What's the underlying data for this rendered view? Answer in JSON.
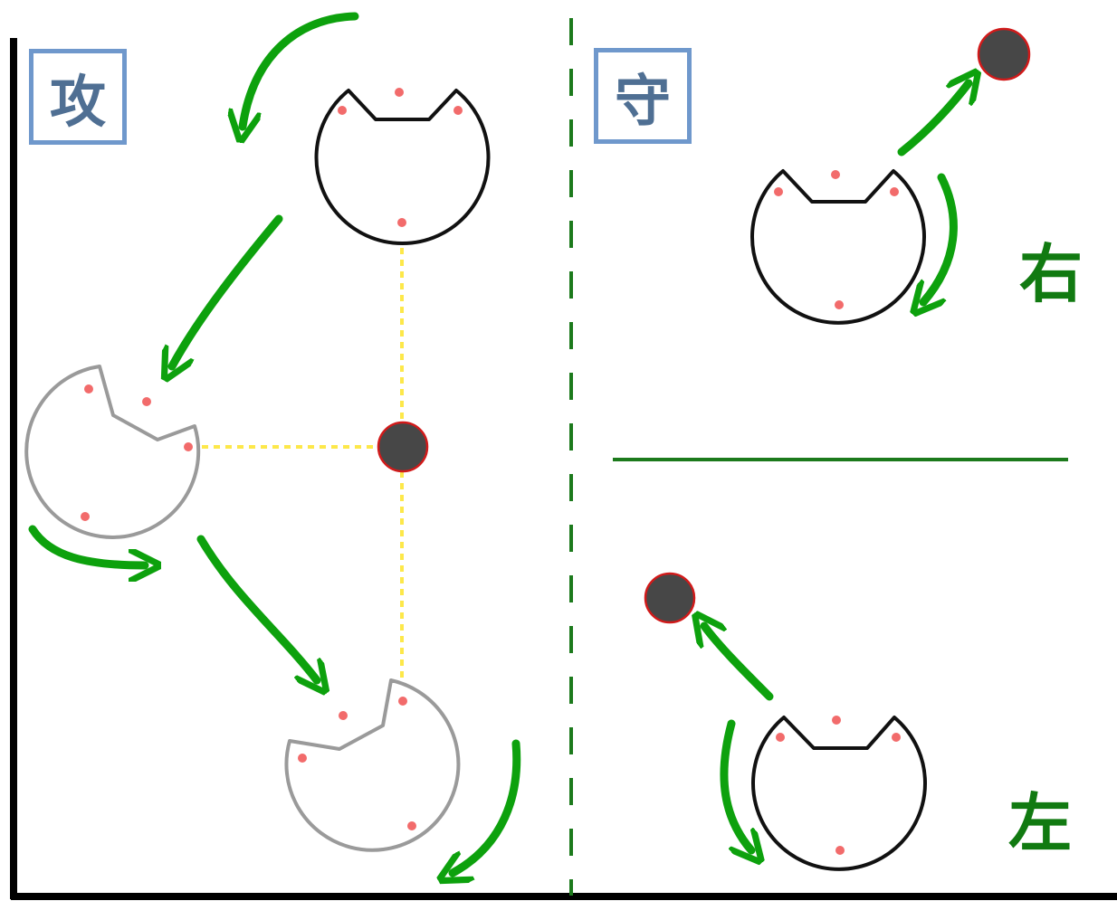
{
  "diagram": {
    "attack_label": "攻",
    "defense_label": "守",
    "right_label": "右",
    "left_label": "左"
  },
  "colors": {
    "arrow": "#0da10d",
    "divider": "#1c7a1c",
    "guide": "#fde84a",
    "ball_fill": "#474747",
    "ball_stroke": "#d11a1a",
    "dot": "#f26b6b",
    "outline_active": "#111111",
    "outline_ghost": "#9a9a9a",
    "label_border": "#6f98cc",
    "label_text": "#4f6f93"
  },
  "icons": [
    "pacman-cat-outline",
    "ball",
    "curved-arrow"
  ]
}
